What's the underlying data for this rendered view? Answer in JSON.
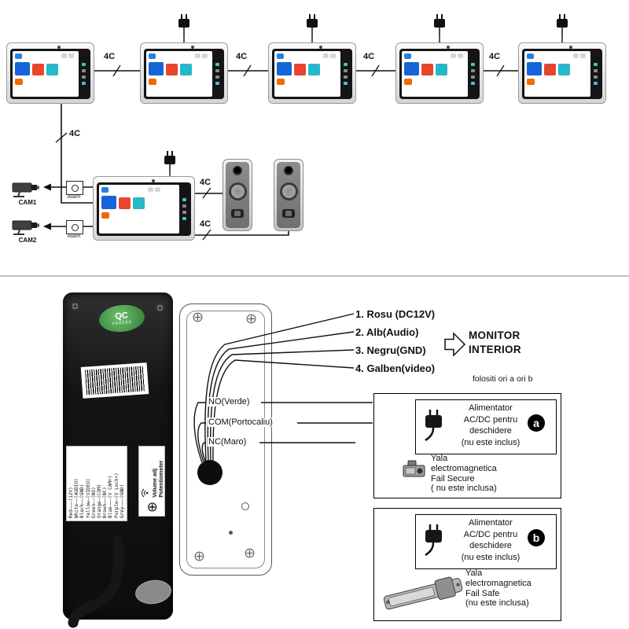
{
  "labels": {
    "cable": "4C",
    "alarm": "Alarm",
    "cam1": "CAM1",
    "cam2": "CAM2"
  },
  "icons": {
    "potentiometer_glyph": "⊕"
  },
  "colors": {
    "tile_blue": "#1565d8",
    "tile_red": "#e8452c",
    "tile_teal": "#26b8c8",
    "sticker_green": "#2e7d32"
  },
  "device_back": {
    "qc": {
      "line1": "QC",
      "line2": "PASSED"
    },
    "wire_legend": [
      "Red———(12V)",
      "White——(AUDIO)",
      "Black——(GND)",
      "Yellow—(VIDEO)",
      "Green——(NO)",
      "Orange—(COM)",
      "Brown——(NC)",
      "Blue———(V CAM+)",
      "Purple—(V Lock+)",
      "Grey———(GND)"
    ],
    "volume": {
      "line1": "Volume adj",
      "line2": "Potentiometer"
    }
  },
  "wires": {
    "numbered": [
      {
        "label": "1. Rosu (DC12V)"
      },
      {
        "label": "2. Alb(Audio)"
      },
      {
        "label": "3. Negru(GND)"
      },
      {
        "label": "4. Galben(video)"
      }
    ],
    "destination": {
      "line1": "MONITOR",
      "line2": "INTERIOR"
    },
    "note": "folositi ori a ori b",
    "relay": [
      {
        "label": "NO(Verde)"
      },
      {
        "label": "COM(Portocaliu)"
      },
      {
        "label": "NC(Maro)"
      }
    ]
  },
  "option_a": {
    "badge": "a",
    "psu_lines": [
      "Alimentator",
      "AC/DC pentru",
      "deschidere",
      "(nu este inclus)"
    ],
    "lock_lines": [
      "Yala",
      "electromagnetica",
      "Fail Secure",
      "( nu este inclusa)"
    ]
  },
  "option_b": {
    "badge": "b",
    "psu_lines": [
      "Alimentator",
      "AC/DC pentru",
      "deschidere",
      "(nu este inclus)"
    ],
    "lock_lines": [
      "Yala",
      "electromagnetica",
      "Fail Safe",
      "(nu este inclusa)"
    ]
  }
}
